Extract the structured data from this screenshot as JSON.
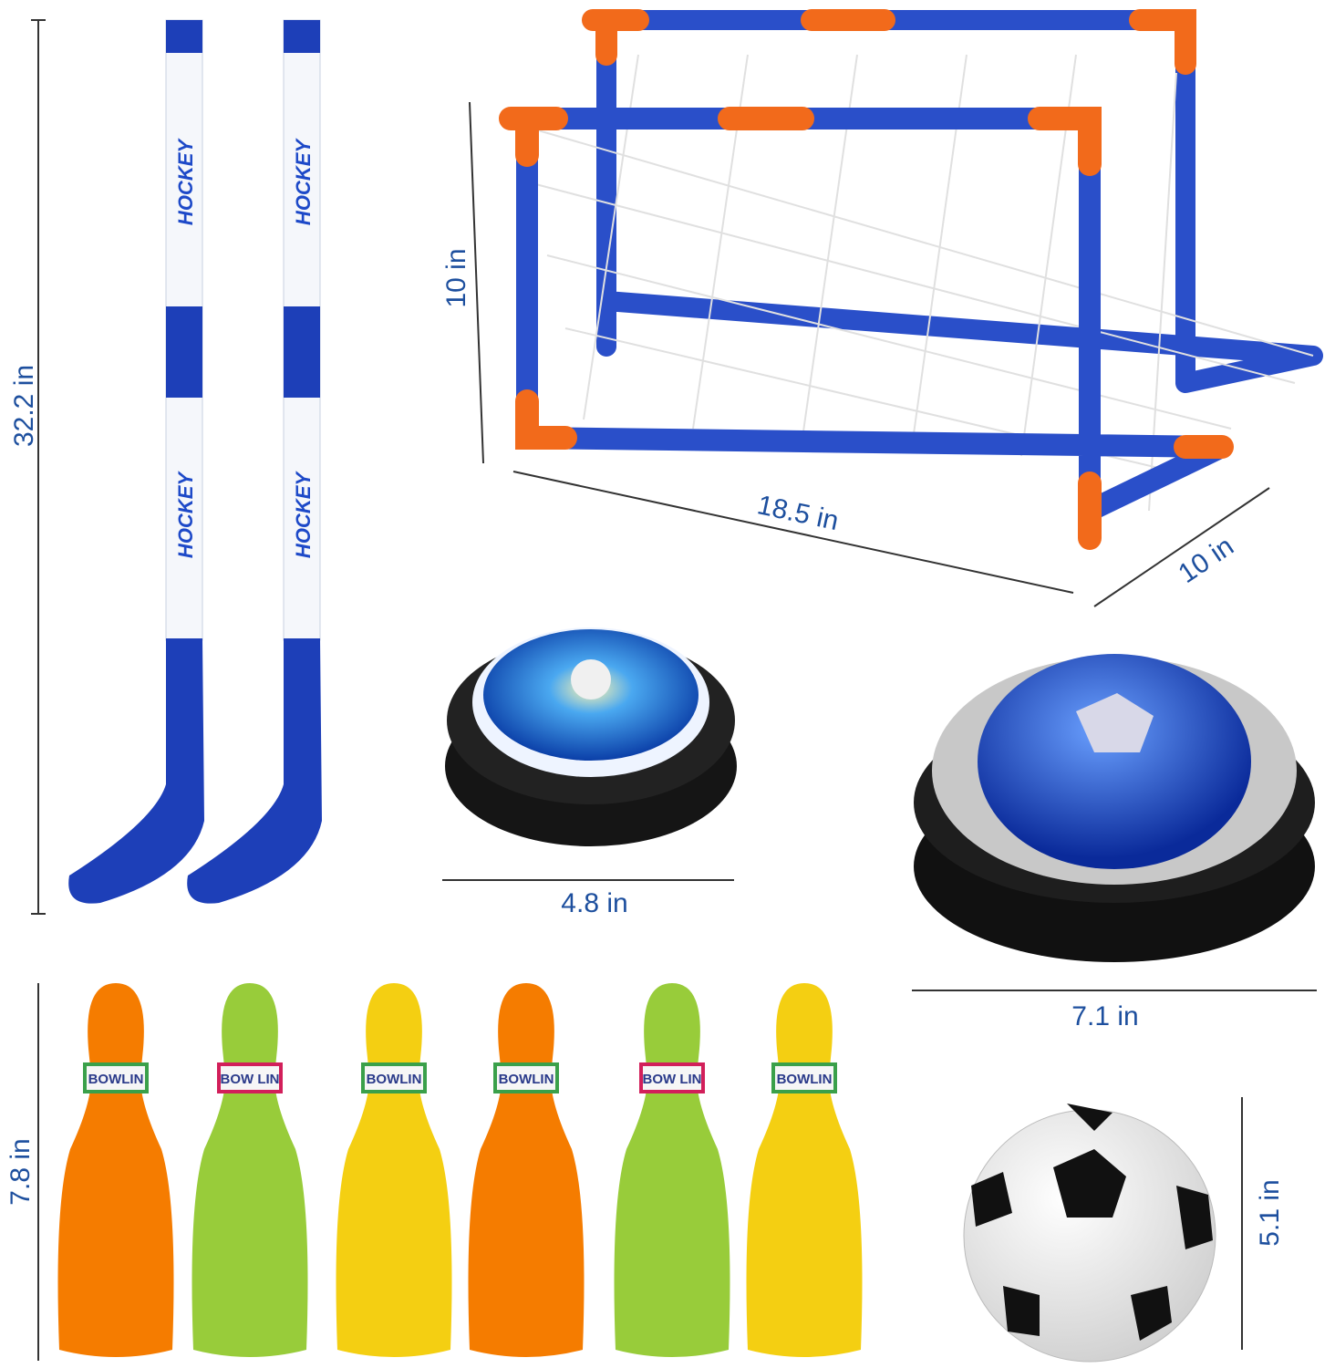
{
  "dimensions": {
    "stick_height": "32.2 in",
    "goal_height": "10 in",
    "goal_width": "18.5 in",
    "goal_depth": "10 in",
    "small_puck_width": "4.8 in",
    "large_hover_ball_width": "7.1 in",
    "pin_height": "7.8 in",
    "soccer_ball_diameter": "5.1 in"
  },
  "stick_brand": "HOCKEY",
  "pin_band_text": [
    "BOWLIN",
    "BOW LIN",
    "BOWLIN",
    "BOWLIN",
    "BOW LIN",
    "BOWLIN"
  ],
  "colors": {
    "label": "#1d4f9e",
    "pipe_blue": "#2a4fc9",
    "pipe_orange": "#f26a1b",
    "pin_orange": "#f57c00",
    "pin_green": "#98cc3a",
    "pin_yellow": "#f4cf12"
  },
  "pins": [
    "#f57c00",
    "#98cc3a",
    "#f4cf12",
    "#f57c00",
    "#98cc3a",
    "#f4cf12"
  ]
}
